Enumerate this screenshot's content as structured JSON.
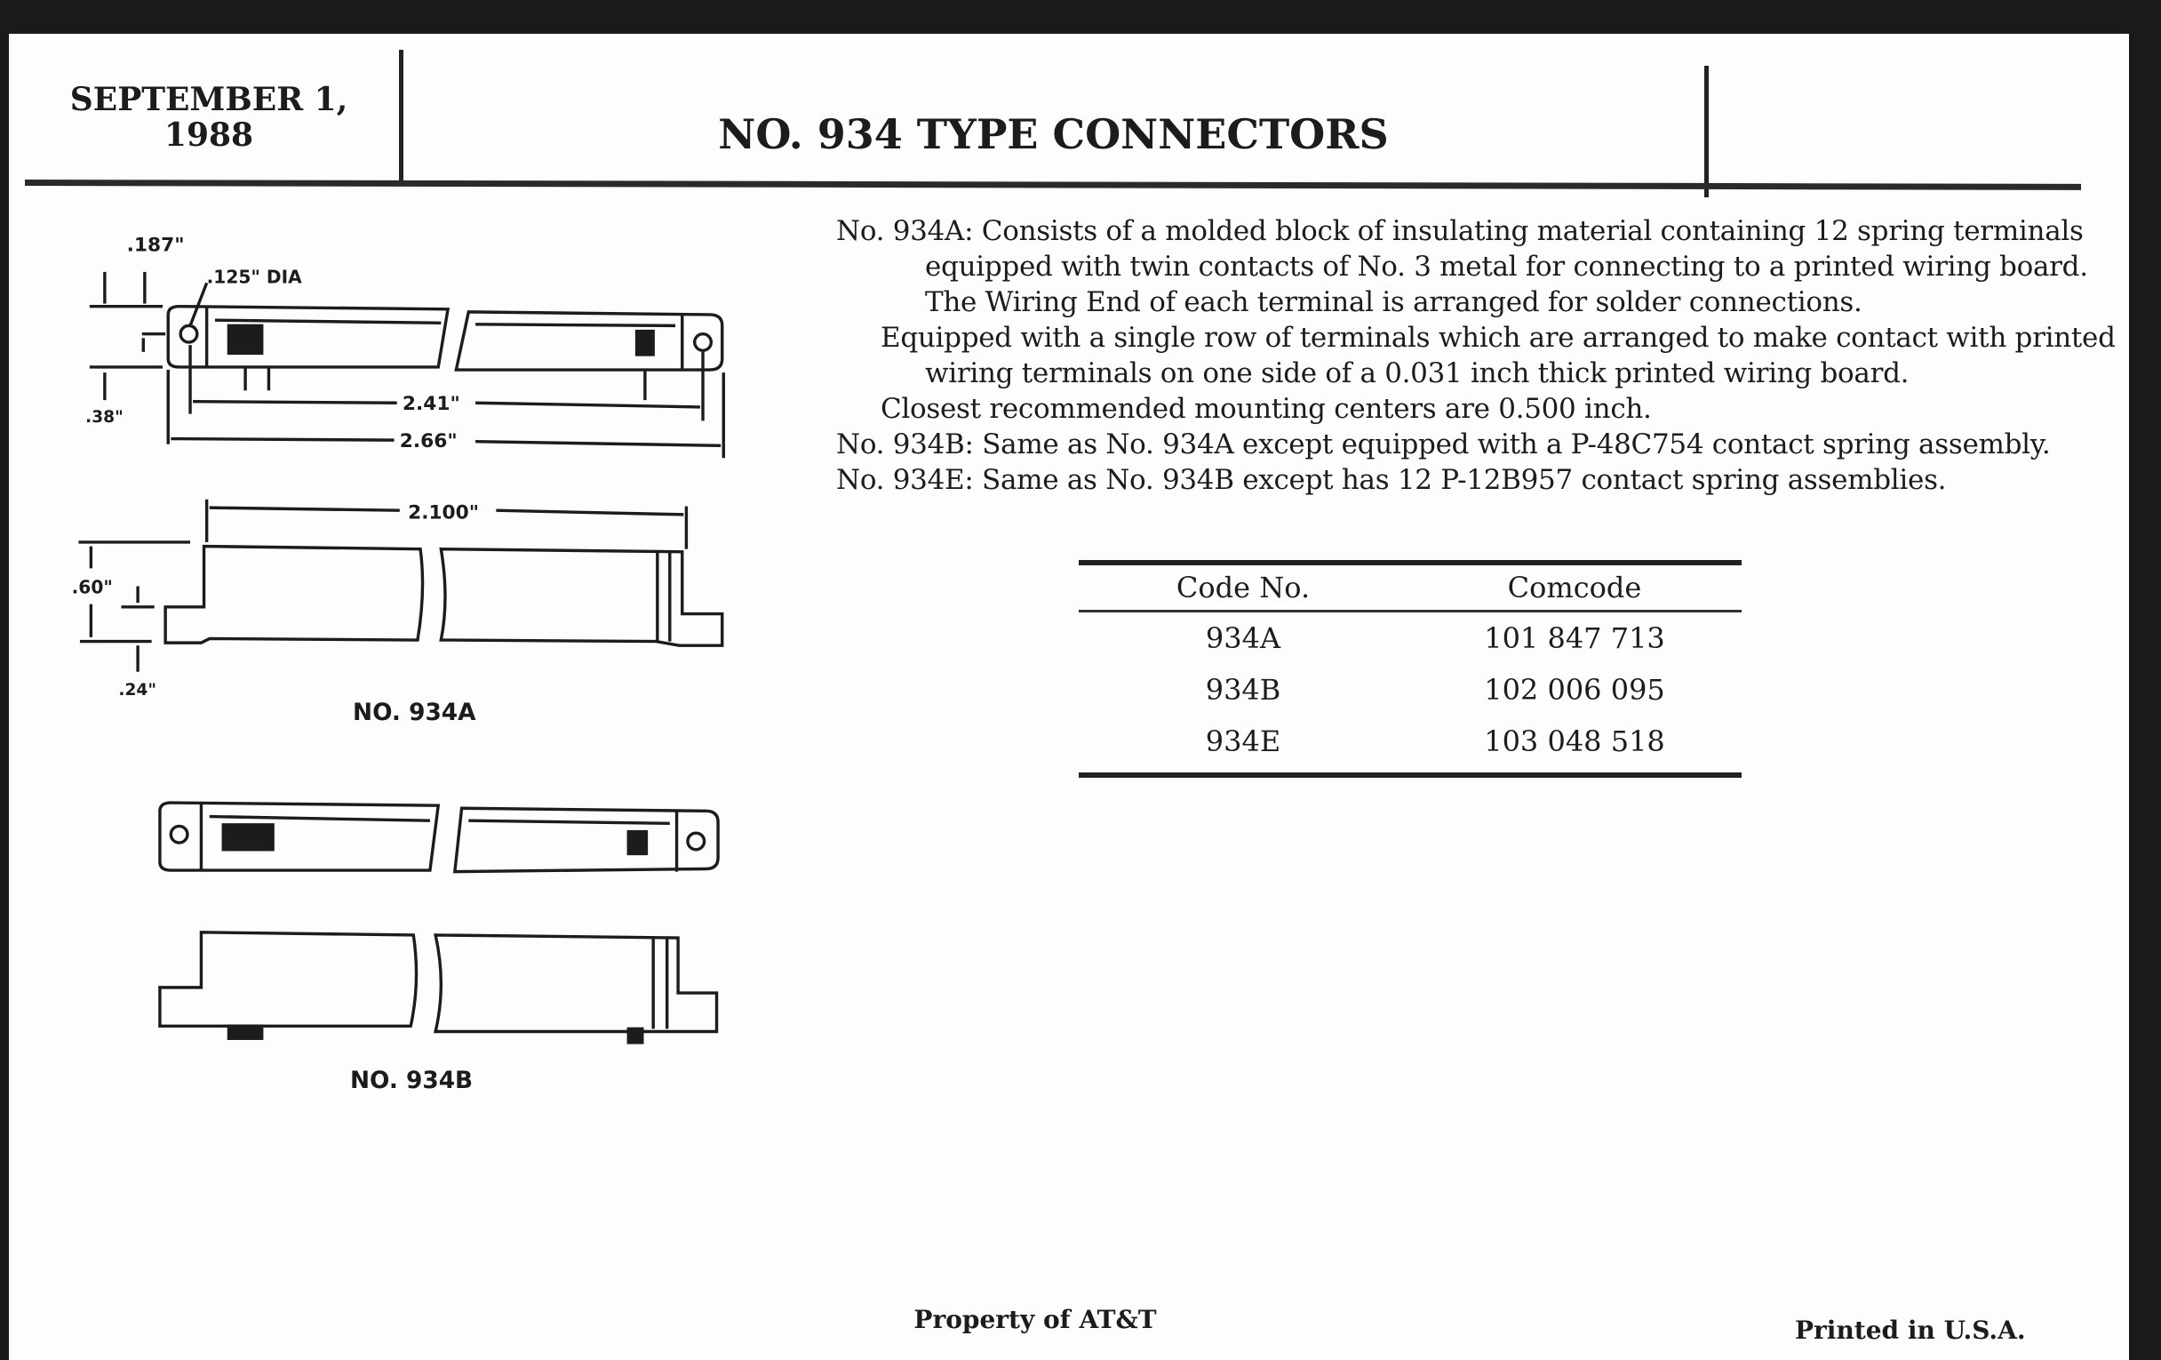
{
  "header": {
    "date_line1": "SEPTEMBER 1,",
    "date_line2": "1988",
    "title": "NO. 934 TYPE CONNECTORS"
  },
  "description": [
    "No. 934A: Consists of a molded block of insulating material containing 12 spring terminals",
    "equipped with twin contacts of No. 3 metal for connecting to a printed wiring board.",
    "The Wiring End of each terminal is arranged for solder connections.",
    "Equipped with a single row of terminals which are arranged to make contact with printed",
    "wiring terminals on one side of a 0.031 inch thick printed wiring board.",
    "Closest recommended mounting centers are 0.500 inch.",
    "No. 934B: Same as No. 934A except equipped with a P-48C754 contact spring assembly.",
    "No. 934E: Same as No. 934B except has 12 P-12B957 contact spring assemblies."
  ],
  "table": {
    "headers": [
      "Code No.",
      "Comcode"
    ],
    "rows": [
      [
        "934A",
        "101 847 713"
      ],
      [
        "934B",
        "102 006 095"
      ],
      [
        "934E",
        "103 048 518"
      ]
    ]
  },
  "drawing": {
    "dims": {
      "d187": ".187\"",
      "d125": ".125\" DIA",
      "d38": ".38\"",
      "d241": "2.41\"",
      "d266": "2.66\"",
      "d2100": "2.100\"",
      "d60": ".60\"",
      "d24": ".24\""
    },
    "label_a": "NO. 934A",
    "label_b": "NO. 934B"
  },
  "footer": {
    "property": "Property of AT&T",
    "printed": "Printed in U.S.A."
  }
}
